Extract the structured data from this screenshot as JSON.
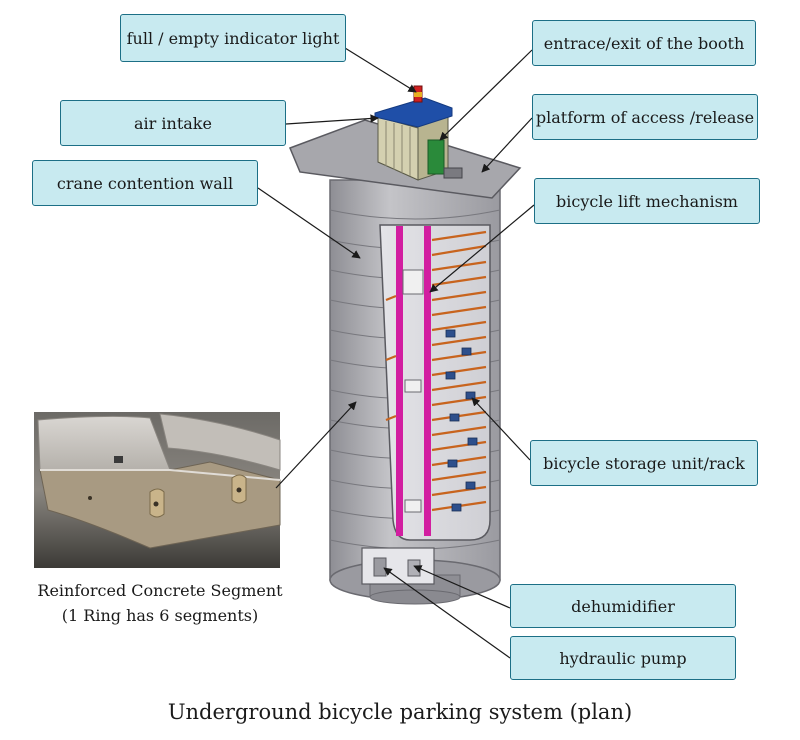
{
  "labels": {
    "indicator_light": "full / empty indicator light",
    "entrance_exit": "entrace/exit of the booth",
    "air_intake": "air intake",
    "platform": "platform of access /release",
    "crane_wall": "crane contention wall",
    "lift_mechanism": "bicycle lift mechanism",
    "storage_unit": "bicycle storage unit/rack",
    "dehumidifier": "dehumidifier",
    "hydraulic_pump": "hydraulic pump"
  },
  "photo": {
    "caption_line1": "Reinforced Concrete Segment",
    "caption_line2": "(1 Ring has 6 segments)"
  },
  "caption": "Underground bicycle parking system (plan)",
  "colors": {
    "label_fill": "#c8eaf0",
    "label_border": "#1c6f86",
    "shaft_gray": "#b4b4b8",
    "rail_magenta": "#d21ea0",
    "booth_roof": "#1f4fa8",
    "booth_door": "#2a8a3a",
    "arm_orange": "#c8641e"
  }
}
